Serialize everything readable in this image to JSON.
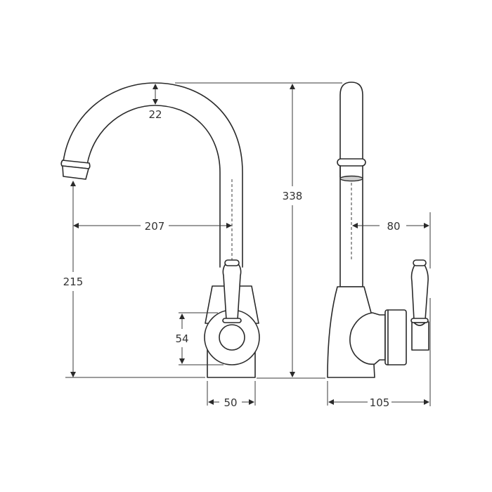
{
  "drawing": {
    "subject": "Gooseneck sink mixer tap — technical dimension drawing",
    "units": "mm",
    "views": [
      {
        "name": "front-view",
        "description": "Front elevation with curved spout and lever handle"
      },
      {
        "name": "side-view",
        "description": "Side elevation with straight spout riser and lever handle"
      }
    ],
    "colors": {
      "line": "#2a2a2a",
      "dimension": "#3a3a3a",
      "text": "#333333",
      "aerator_fill": "#cfcfcf",
      "background": "#ffffff"
    }
  },
  "dimensions": {
    "spout_diameter": "22",
    "spout_reach": "207",
    "spout_outlet_height": "215",
    "handle_body_height": "54",
    "base_width_front": "50",
    "overall_height": "338",
    "handle_projection": "80",
    "base_depth_side": "105"
  }
}
